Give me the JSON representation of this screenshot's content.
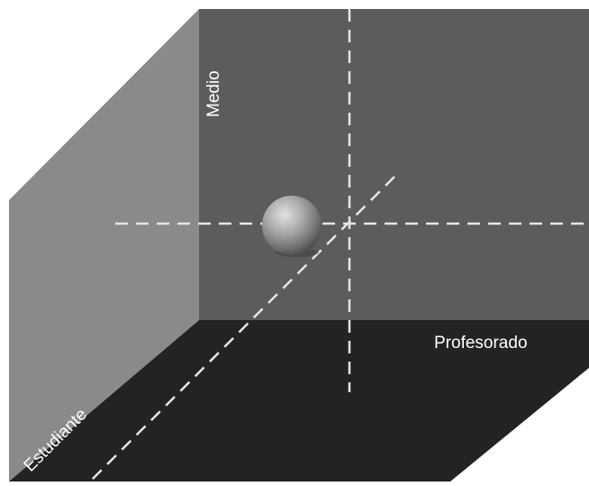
{
  "diagram": {
    "labels": {
      "vertical_axis": "Medio",
      "horizontal_axis": "Profesorado",
      "depth_axis": "Estudiante"
    },
    "colors": {
      "background": "#ffffff",
      "left_wall": "#8a8a8a",
      "back_wall": "#5c5c5c",
      "floor": "#232323",
      "dashed_line": "#e6e6e6",
      "label_text": "#ffffff"
    }
  }
}
